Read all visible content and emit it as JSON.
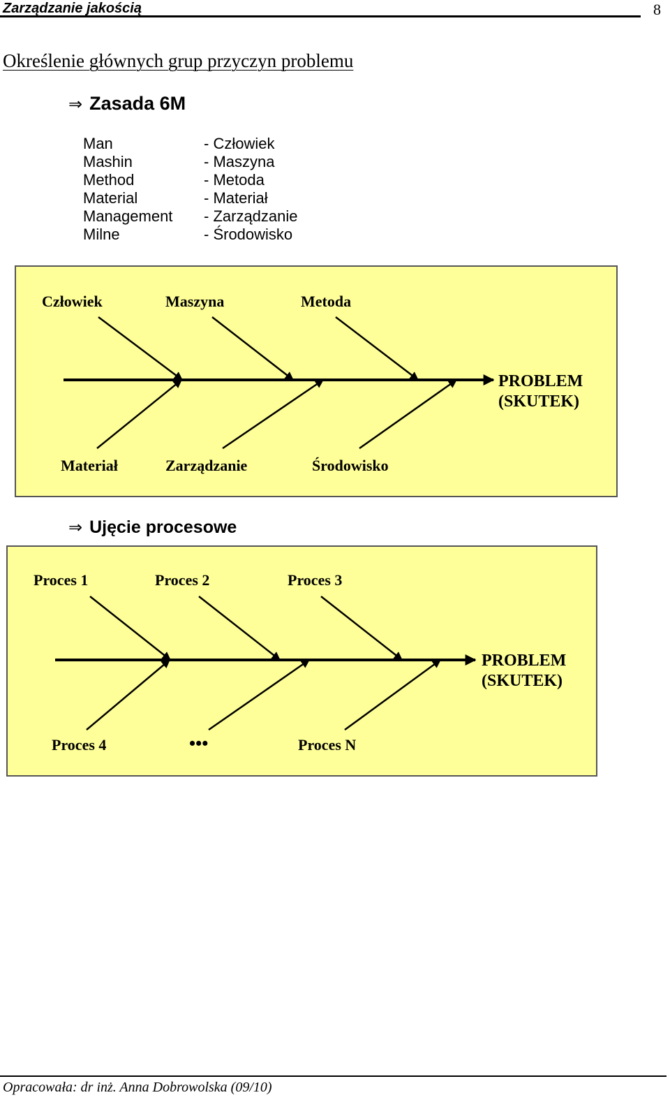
{
  "header": {
    "title": "Zarządzanie jakością",
    "page_number": "8"
  },
  "section_title": "Określenie głównych grup  przyczyn problemu",
  "rule_6m": {
    "heading": "Zasada 6M",
    "english": [
      "Man",
      "Mashin",
      "Method",
      "Material",
      "Management",
      "Milne"
    ],
    "polish": [
      "- Człowiek",
      "- Maszyna",
      "- Metoda",
      "- Materiał",
      "- Zarządzanie",
      "- Środowisko"
    ]
  },
  "diagram1": {
    "top_labels": [
      "Człowiek",
      "Maszyna",
      "Metoda"
    ],
    "bottom_labels": [
      "Materiał",
      "Zarządzanie",
      "Środowisko"
    ],
    "effect_line1": "PROBLEM",
    "effect_line2": "(SKUTEK)",
    "background_color": "#ffff99"
  },
  "process_heading": "Ujęcie procesowe",
  "diagram2": {
    "top_labels": [
      "Proces 1",
      "Proces 2",
      "Proces 3"
    ],
    "bottom_labels": [
      "Proces 4",
      "•••",
      "Proces N"
    ],
    "effect_line1": "PROBLEM",
    "effect_line2": "(SKUTEK)",
    "background_color": "#ffff99"
  },
  "footer": "Opracowała:  dr inż. Anna Dobrowolska (09/10)",
  "icons": {
    "bullet": "double-right-arrow-icon"
  }
}
